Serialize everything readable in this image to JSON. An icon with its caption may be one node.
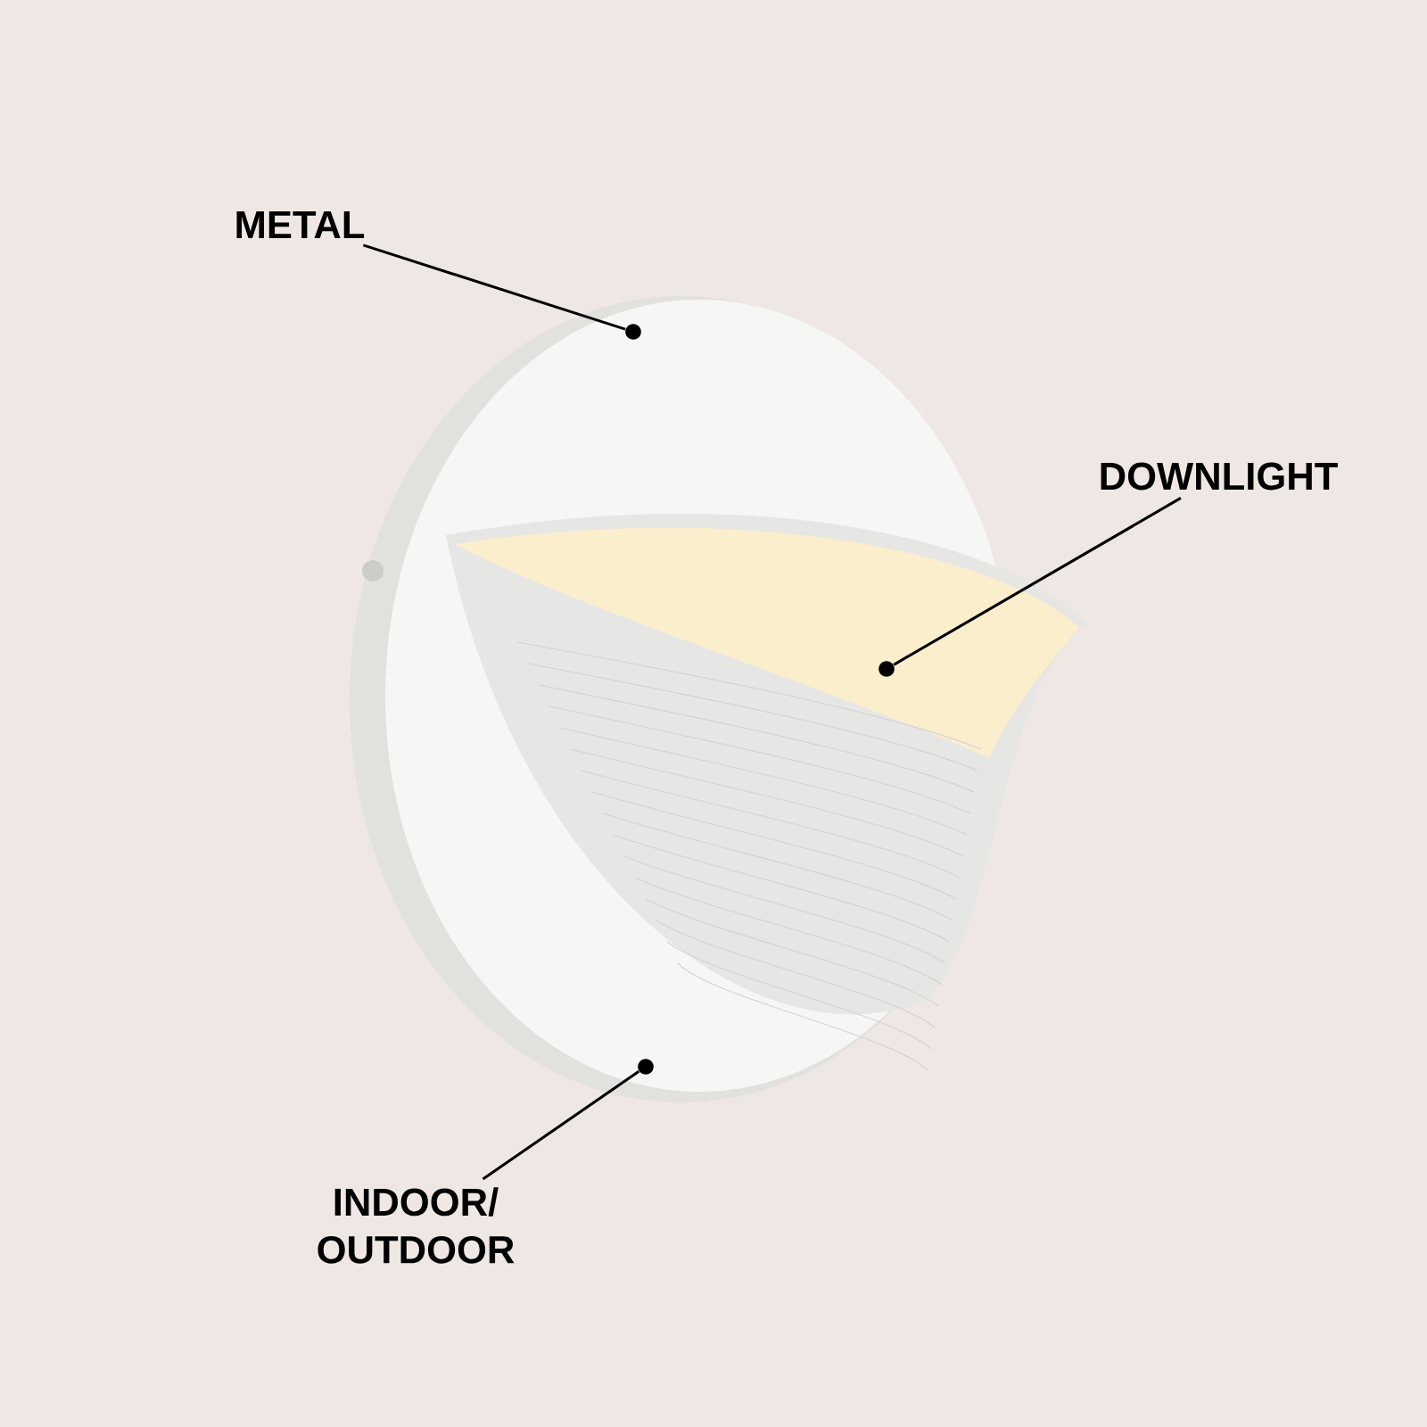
{
  "diagram": {
    "nodes": [
      {
        "text": [
          "METAL"
        ]
      },
      {
        "text": [],
        "shape": "circle"
      },
      {
        "text": [
          "DOWNLIGHT"
        ]
      },
      {
        "text": [],
        "shape": "circle"
      },
      {
        "text": [
          "INDOOR/ OUTDOOR"
        ]
      },
      {
        "text": [],
        "shape": "circle"
      }
    ],
    "edges": [
      {
        "from": 0,
        "to": 1,
        "arrow": "none"
      },
      {
        "from": 2,
        "to": 3,
        "arrow": "none"
      },
      {
        "from": 4,
        "to": 5,
        "arrow": "none"
      }
    ]
  }
}
